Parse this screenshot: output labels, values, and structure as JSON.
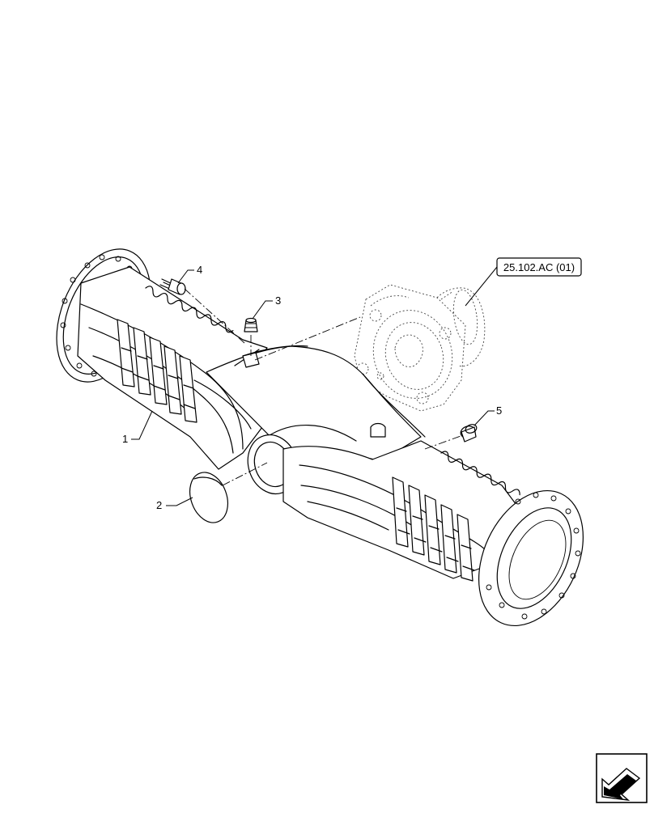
{
  "callouts": {
    "c1": "1",
    "c2": "2",
    "c3": "3",
    "c4": "4",
    "c5": "5"
  },
  "reference": {
    "label": "25.102.AC (01)"
  },
  "nav": {
    "icon": "next-page-arrow-icon"
  }
}
